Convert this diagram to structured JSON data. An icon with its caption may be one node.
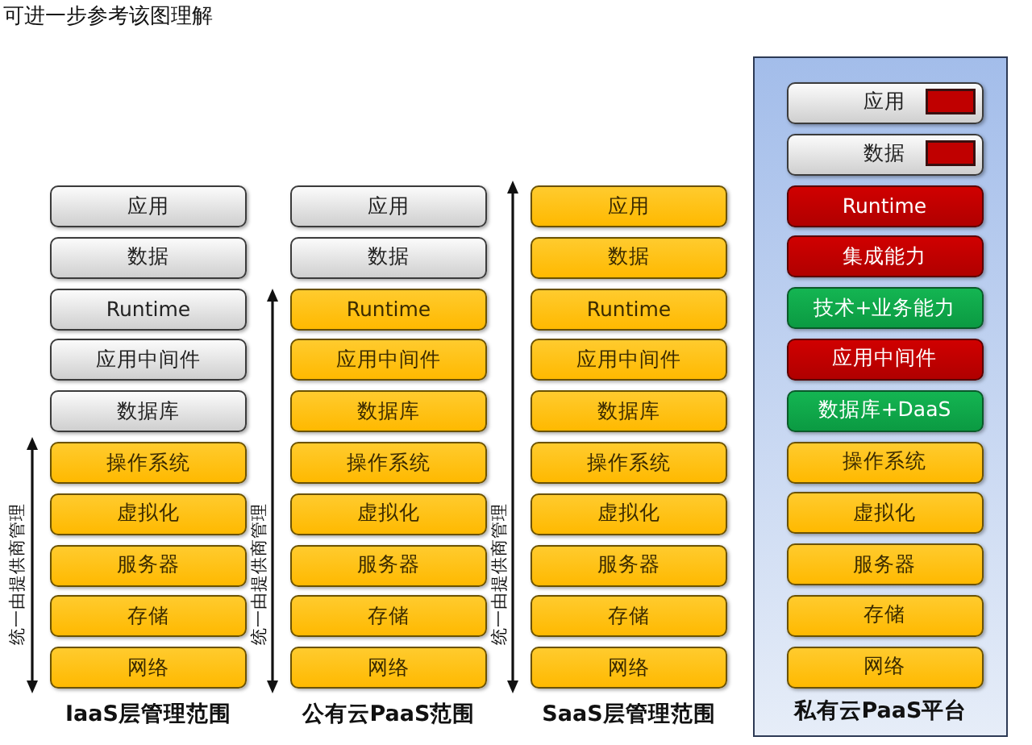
{
  "diagram": {
    "nodes": [
      {
        "text": [
          "应用"
        ]
      },
      {
        "text": [
          "数据"
        ]
      },
      {
        "text": [
          "Runtime"
        ]
      },
      {
        "text": [
          "应用中间件"
        ]
      },
      {
        "text": [
          "数据库"
        ]
      },
      {
        "text": [
          "操作系统"
        ]
      },
      {
        "text": [
          "虚拟化"
        ]
      },
      {
        "text": [
          "服务器"
        ]
      },
      {
        "text": [
          "存储"
        ]
      },
      {
        "text": [
          "网络"
        ]
      },
      {
        "text": [
          "应用"
        ]
      },
      {
        "text": [
          "数据"
        ]
      },
      {
        "text": [
          "Runtime"
        ]
      },
      {
        "text": [
          "应用中间件"
        ]
      },
      {
        "text": [
          "数据库"
        ]
      },
      {
        "text": [
          "操作系统"
        ]
      },
      {
        "text": [
          "虚拟化"
        ]
      },
      {
        "text": [
          "服务器"
        ]
      },
      {
        "text": [
          "存储"
        ]
      },
      {
        "text": [
          "网络"
        ]
      },
      {
        "text": [
          "应用"
        ]
      },
      {
        "text": [
          "数据"
        ]
      },
      {
        "text": [
          "Runtime"
        ]
      },
      {
        "text": [
          "应用中间件"
        ]
      },
      {
        "text": [
          "数据库"
        ]
      },
      {
        "text": [
          "操作系统"
        ]
      },
      {
        "text": [
          "虚拟化"
        ]
      },
      {
        "text": [
          "服务器"
        ]
      },
      {
        "text": [
          "存储"
        ]
      },
      {
        "text": [
          "网络"
        ]
      },
      {
        "text": [
          "私有云PaaS平台"
        ]
      },
      {
        "text": [
          "应用"
        ],
        "in": 30
      },
      {
        "text": [
          "数据"
        ],
        "in": 30
      },
      {
        "text": [
          "Runtime"
        ],
        "in": 30
      },
      {
        "text": [
          "集成能力"
        ],
        "in": 30
      },
      {
        "text": [
          "技术+业务能力"
        ],
        "in": 30
      },
      {
        "text": [
          "应用中间件"
        ],
        "in": 30
      },
      {
        "text": [
          "数据库+DaaS"
        ],
        "in": 30
      },
      {
        "text": [
          "操作系统"
        ],
        "in": 30
      },
      {
        "text": [
          "虚拟化"
        ],
        "in": 30
      },
      {
        "text": [
          "服务器"
        ],
        "in": 30
      },
      {
        "text": [
          "存储"
        ],
        "in": 30
      },
      {
        "text": [
          "网络"
        ],
        "in": 30
      }
    ],
    "labels": [
      "可进一步参考该图理解",
      "统一由提供商管理",
      "统一由提供商管理",
      "统一由提供商管理",
      "IaaS层管理范围",
      "公有云PaaS范围",
      "SaaS层管理范围"
    ]
  }
}
